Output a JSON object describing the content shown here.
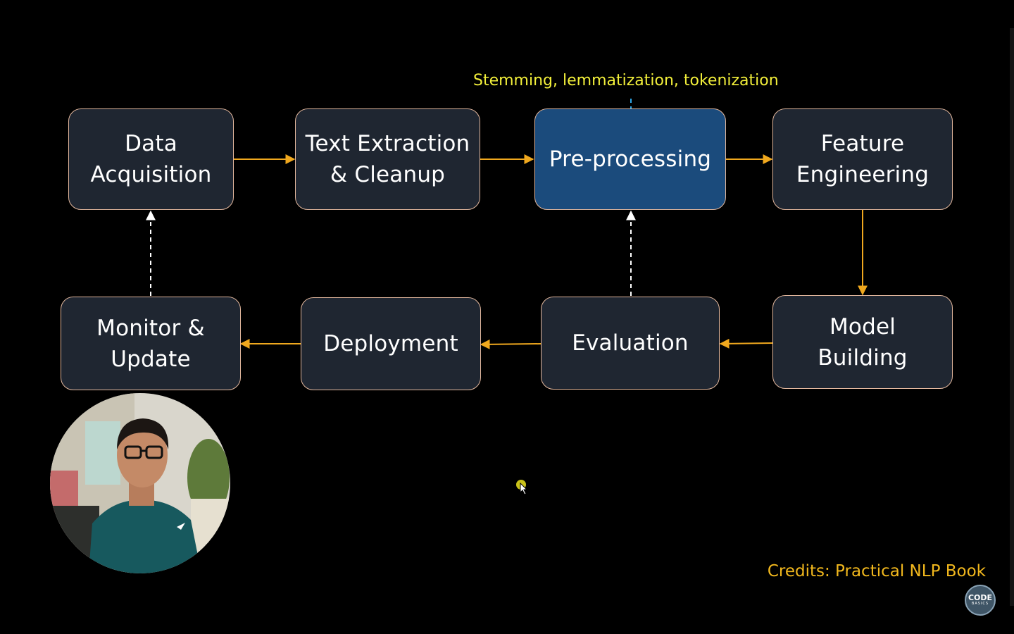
{
  "annotation": "Stemming, lemmatization, tokenization",
  "credits": "Credits: Practical NLP Book",
  "logo": {
    "main": "CODE",
    "sub": "BASICS"
  },
  "colors": {
    "background": "#000000",
    "node_fill": "#1f2631",
    "node_border": "#e2b79d",
    "active_fill": "#1b4b7c",
    "arrow": "#f0a81e",
    "feedback_arrow": "#ffffff",
    "annotation": "#f2ef3a",
    "annotation_arrow": "#2ea7e8",
    "credits": "#f2b81d"
  },
  "nodes": [
    {
      "id": "data-acquisition",
      "label": "Data\nAcquisition",
      "active": false
    },
    {
      "id": "text-extraction",
      "label": "Text Extraction\n& Cleanup",
      "active": false
    },
    {
      "id": "pre-processing",
      "label": "Pre-processing",
      "active": true
    },
    {
      "id": "feature-engineering",
      "label": "Feature\nEngineering",
      "active": false
    },
    {
      "id": "model-building",
      "label": "Model\nBuilding",
      "active": false
    },
    {
      "id": "evaluation",
      "label": "Evaluation",
      "active": false
    },
    {
      "id": "deployment",
      "label": "Deployment",
      "active": false
    },
    {
      "id": "monitor-update",
      "label": "Monitor &\nUpdate",
      "active": false
    }
  ],
  "edges": [
    {
      "from": "data-acquisition",
      "to": "text-extraction",
      "style": "solid"
    },
    {
      "from": "text-extraction",
      "to": "pre-processing",
      "style": "solid"
    },
    {
      "from": "pre-processing",
      "to": "feature-engineering",
      "style": "solid"
    },
    {
      "from": "feature-engineering",
      "to": "model-building",
      "style": "solid"
    },
    {
      "from": "model-building",
      "to": "evaluation",
      "style": "solid"
    },
    {
      "from": "evaluation",
      "to": "deployment",
      "style": "solid"
    },
    {
      "from": "deployment",
      "to": "monitor-update",
      "style": "solid"
    },
    {
      "from": "evaluation",
      "to": "pre-processing",
      "style": "dashed"
    },
    {
      "from": "monitor-update",
      "to": "data-acquisition",
      "style": "dashed"
    }
  ]
}
